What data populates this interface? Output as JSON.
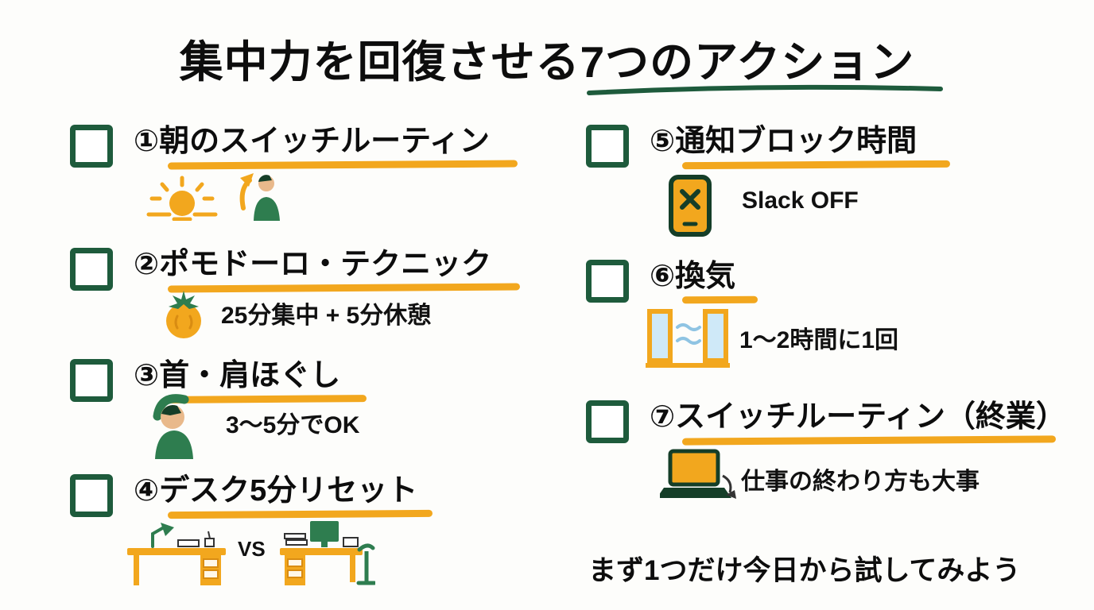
{
  "title": "集中力を回復させる7つのアクション",
  "footer": "まず1つだけ今日から試してみよう",
  "items": [
    {
      "label": "①朝のスイッチルーティン",
      "note": "",
      "icons": [
        "sunrise-icon",
        "person-arrow-up-icon"
      ]
    },
    {
      "label": "②ポモドーロ・テクニック",
      "note": "25分集中 + 5分休憩",
      "icons": [
        "tomato-icon"
      ]
    },
    {
      "label": "③首・肩ほぐし",
      "note": "3〜5分でOK",
      "icons": [
        "neck-stretch-icon"
      ]
    },
    {
      "label": "④デスク5分リセット",
      "note": "VS",
      "icons": [
        "tidy-desk-icon",
        "messy-desk-icon"
      ]
    },
    {
      "label": "⑤通知ブロック時間",
      "note": "Slack OFF",
      "icons": [
        "phone-block-icon"
      ]
    },
    {
      "label": "⑥換気",
      "note": "1〜2時間に1回",
      "icons": [
        "open-window-icon"
      ]
    },
    {
      "label": "⑦スイッチルーティン（終業）",
      "note": "仕事の終わり方も大事",
      "icons": [
        "laptop-icon"
      ]
    }
  ],
  "colors": {
    "green": "#1e5b3c",
    "leaf_green": "#2e7d4f",
    "yellow": "#f2a71e",
    "text": "#0d0d0d",
    "glass_blue": "#cfe9f8"
  }
}
